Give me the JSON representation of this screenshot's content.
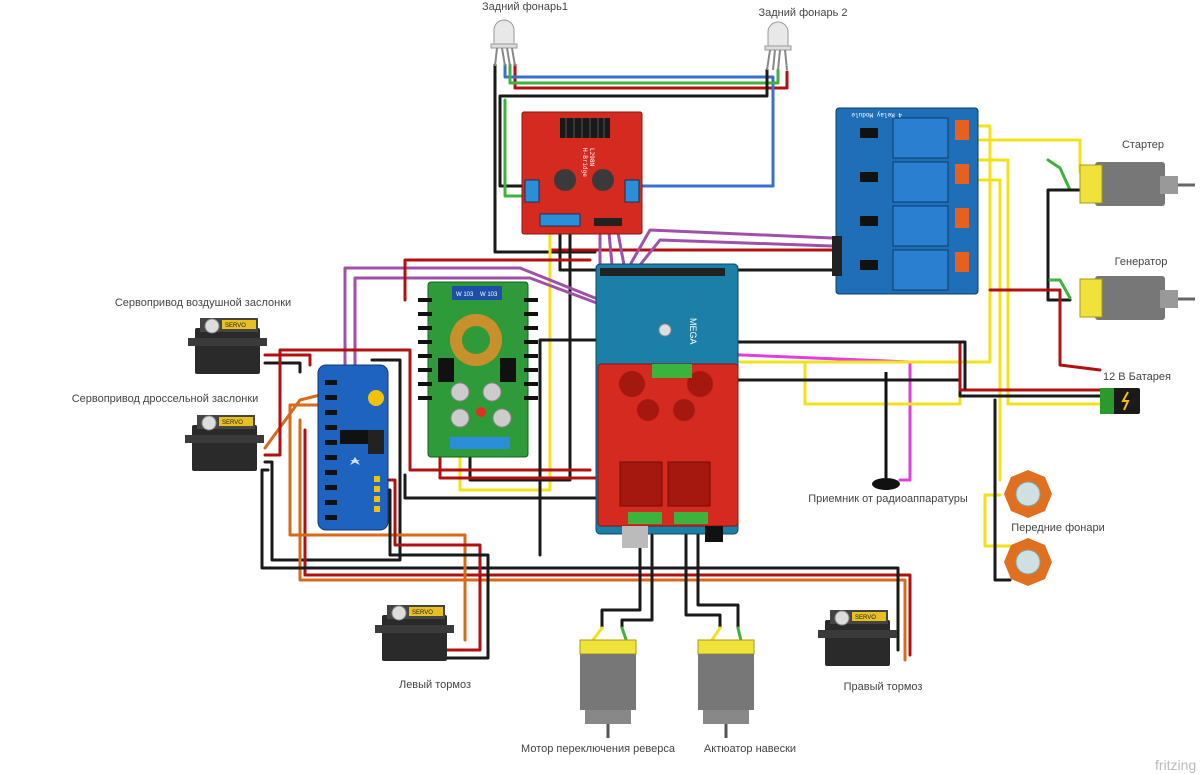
{
  "labels": {
    "rear_light_1": "Задний фонарь1",
    "rear_light_2": "Задний фонарь 2",
    "starter": "Стартер",
    "generator": "Генератор",
    "battery": "12 В Батарея",
    "air_damper_servo": "Сервопривод воздушной заслонки",
    "throttle_servo": "Сервопривод дроссельной заслонки",
    "radio_receiver": "Приемник от радиоаппаратуры",
    "front_lights": "Передние фонари",
    "left_brake": "Левый тормоз",
    "right_brake": "Правый тормоз",
    "reverse_motor": "Мотор переключения реверса",
    "hitch_actuator": "Актюатор навески"
  },
  "component_text": {
    "relay_module": "4 Relay Module",
    "hbridge": "H-Bridge",
    "hbridge_model": "L298N",
    "arduino": "MEGA",
    "servo_badge": "SERVO",
    "dcdc_a": "W 103",
    "dcdc_b": "W 103"
  },
  "footer": {
    "brand": "fritzing"
  },
  "colors": {
    "wire_black": "#1a1a1a",
    "wire_red": "#b01010",
    "wire_green": "#3cb43c",
    "wire_blue": "#3a6fd0",
    "wire_yellow": "#f2e21a",
    "wire_orange": "#d66b1a",
    "wire_purple": "#a050a8",
    "wire_magenta": "#e040e0",
    "pcb_red": "#d42a20",
    "pcb_blue": "#1f6fb8",
    "pcb_green": "#2e9a3a",
    "pcb_teal": "#1b7fa8"
  }
}
